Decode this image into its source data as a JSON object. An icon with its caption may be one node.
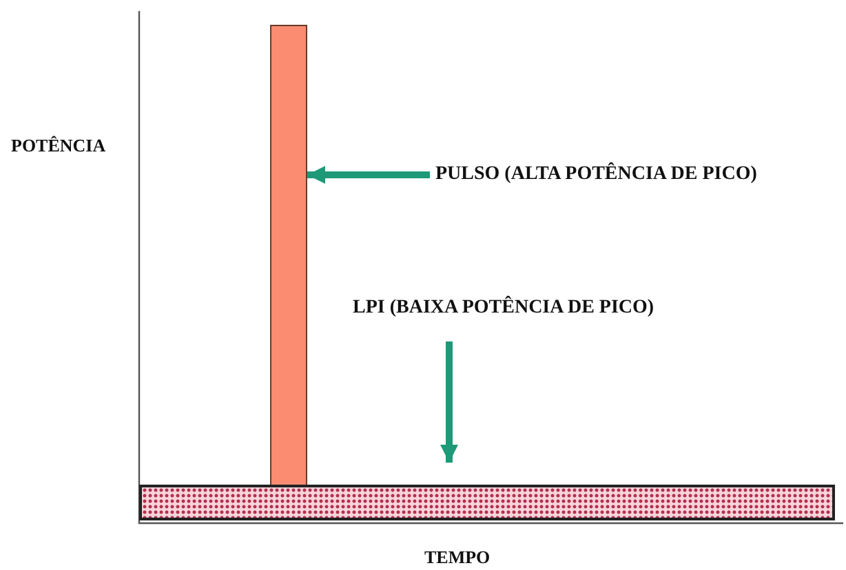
{
  "diagram": {
    "nodes": [
      {
        "text": [],
        "shape": "bar"
      },
      {
        "text": [
          "PULSO (ALTA POTÊNCIA DE PICO)"
        ]
      },
      {
        "text": [],
        "shape": "bar"
      },
      {
        "text": [
          "LPI (BAIXA POTÊNCIA DE PICO)"
        ]
      }
    ],
    "edges": [
      {
        "from": 1,
        "to": 0,
        "arrow": "to"
      },
      {
        "from": 3,
        "to": 2,
        "arrow": "to"
      }
    ],
    "labels": [
      "POTÊNCIA",
      "TEMPO"
    ]
  }
}
